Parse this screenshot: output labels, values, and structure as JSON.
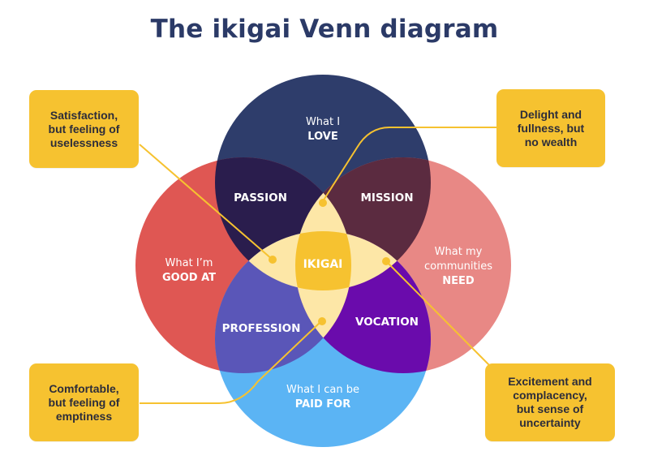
{
  "title": "The ikigai Venn diagram",
  "circles": {
    "love": {
      "line1": "What I",
      "line2": "LOVE"
    },
    "good_at": {
      "line1": "What I’m",
      "line2": "GOOD AT"
    },
    "need": {
      "line1": "What my",
      "line1b": "communities",
      "line2": "NEED"
    },
    "paid": {
      "line1": "What I can be",
      "line2": "PAID FOR"
    }
  },
  "regions": {
    "passion": "PASSION",
    "mission": "MISSION",
    "profession": "PROFESSION",
    "vocation": "VOCATION",
    "ikigai": "IKIGAI"
  },
  "callouts": {
    "top_left": [
      "Satisfaction,",
      "but feeling of",
      "uselessness"
    ],
    "top_right": [
      "Delight and",
      "fullness, but",
      "no wealth"
    ],
    "bottom_left": [
      "Comfortable,",
      "but feeling of",
      "emptiness"
    ],
    "bottom_right": [
      "Excitement and",
      "complacency,",
      "but sense of",
      "uncertainty"
    ]
  },
  "colors": {
    "love": "#2e3d6b",
    "good_at": "#df5753",
    "need": "#e88885",
    "paid": "#5bb4f4",
    "passion": "#2a1d4d",
    "mission": "#5b2b40",
    "profession": "#5a56b8",
    "vocation": "#6a0bac",
    "center_light": "#fde7a7",
    "ikigai": "#f6c230",
    "callout": "#f6c230",
    "title": "#2b3a67"
  }
}
